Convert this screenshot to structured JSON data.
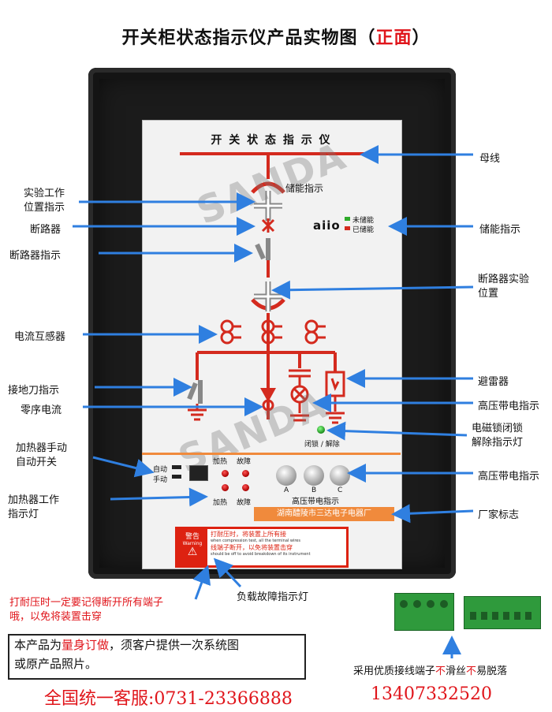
{
  "title": {
    "main": "开关柜状态指示仪产品实物图",
    "paren_open": "（",
    "highlight": "正面",
    "paren_close": "）"
  },
  "panel": {
    "heading": "开 关 状 态 指 示 仪",
    "storage_label": "储能指示",
    "logo_text": "aiio",
    "not_stored": "未储能",
    "stored": "已储能",
    "lock_label": "闭锁 / 解除",
    "auto_label": "自动",
    "manual_label": "手动",
    "heat_label_top": "加热",
    "fault_label_top": "故障",
    "heat_label_bottom": "加热",
    "fault_label_bottom": "故障",
    "phases": [
      "A",
      "B",
      "C"
    ],
    "hv_label": "高压带电指示",
    "maker": "湖南醴陵市三达电子电器厂",
    "watermark": "SANDA",
    "warning_title": "警告",
    "warning_en_title": "Warning",
    "warning_l1": "打耐压时，将装置上所有接",
    "warning_l2": "when compression test, all the terminal wires",
    "warning_l3": "线端子断开，以免将装置击穿",
    "warning_l4": "should be off to avoid breakdown of its instrument"
  },
  "callouts_left": {
    "test_position": "实验工作\n位置指示",
    "breaker": "断路器",
    "breaker_indicator": "断路器指示",
    "ct": "电流互感器",
    "earth_switch": "接地刀指示",
    "zero_seq": "零序电流",
    "heater_switch": "加热器手动\n自动开关",
    "heater_lamp": "加热器工作\n指示灯"
  },
  "callouts_right": {
    "busbar": "母线",
    "storage": "储能指示",
    "breaker_test": "断路器实验\n位置",
    "arrester": "避雷器",
    "hv_live_1": "高压带电指示",
    "em_lock": "电磁锁闭锁\n解除指示灯",
    "hv_live_2": "高压带电指示",
    "maker_logo": "厂家标志"
  },
  "bottom": {
    "fault_lamp": "负载故障指示灯",
    "hipot_note": "打耐压时一定要记得断开所有端子\n哦，以免将装置击穿",
    "terminal_note_a": "采用优质接线端子",
    "terminal_note_b": "不",
    "terminal_note_c": "滑丝",
    "terminal_note_d": "不",
    "terminal_note_e": "易脱落",
    "custom_a": "本产品为",
    "custom_b": "量身订做",
    "custom_c": "，须客户提供一次系统图",
    "custom_d": "或原产品照片。",
    "hotline": "全国统一客服:0731-23366888",
    "mobile": "13407332520"
  },
  "colors": {
    "accent_red": "#e0151b",
    "arrow_blue": "#2f7fe0",
    "diagram_red": "#d42a1e",
    "terminal_green": "#2f9a3c"
  }
}
